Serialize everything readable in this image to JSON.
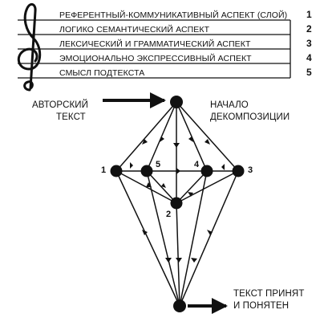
{
  "staff": {
    "lines": [
      {
        "text": "РЕФЕРЕНТНЫЙ-КОММУНИКАТИВНЫЙ АСПЕКТ (СЛОЙ)",
        "number": "1"
      },
      {
        "text": "ЛОГИКО СЕМАНТИЧЕСКИЙ АСПЕКТ",
        "number": "2"
      },
      {
        "text": "ЛЕКСИЧЕСКИЙ И ГРАММАТИЧЕСКИЙ АСПЕКТ",
        "number": "3"
      },
      {
        "text": "ЭМОЦИОНАЛЬНО ЭКСПРЕССИВНЫЙ АСПЕКТ",
        "number": "4"
      },
      {
        "text": "СМЫСЛ ПОДТЕКСТА",
        "number": "5"
      }
    ],
    "clef_icon": "treble-clef-icon"
  },
  "diagram": {
    "author_text": [
      "АВТОРСКИЙ",
      "ТЕКСТ"
    ],
    "decomposition": [
      "НАЧАЛО",
      "ДЕКОМПОЗИЦИИ"
    ],
    "result": [
      "ТЕКСТ ПРИНЯТ",
      "И ПОНЯТЕН"
    ],
    "node_labels": {
      "n1": "1",
      "n5": "5",
      "n4": "4",
      "n3": "3",
      "n2": "2"
    },
    "color": "#111111"
  }
}
